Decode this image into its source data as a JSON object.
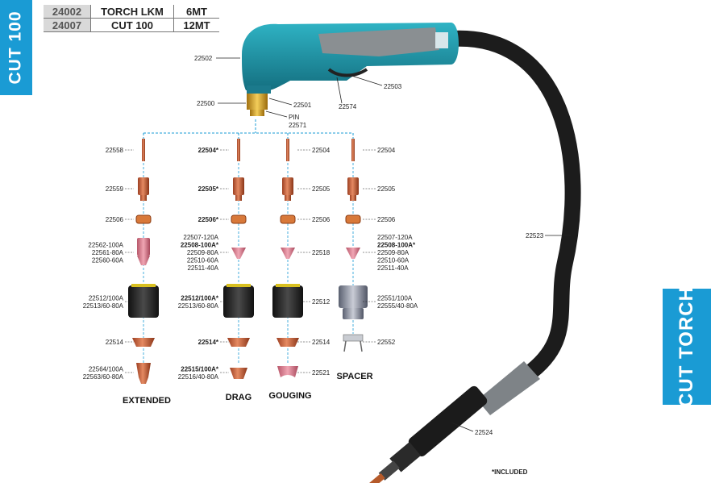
{
  "side_tabs": {
    "left": "CUT 100",
    "right": "CUT TORCH"
  },
  "models": [
    {
      "code": "24002",
      "name": "TORCH LKM",
      "length": "6MT"
    },
    {
      "code": "24007",
      "name": "CUT 100",
      "length": "12MT"
    }
  ],
  "torch_labels": {
    "head": "22502",
    "trigger": "22503",
    "lever": "22574",
    "nozzle_holder": "22500",
    "ring": "22501",
    "pin_title": "PIN",
    "pin_code": "22571",
    "cable": "22523",
    "connector": "22524"
  },
  "columns": [
    {
      "caption": "EXTENDED",
      "parts": [
        {
          "lines": [
            "22558"
          ]
        },
        {
          "lines": [
            "22559"
          ]
        },
        {
          "lines": [
            "22506"
          ]
        },
        {
          "lines": [
            "22562-100A",
            "22561-80A",
            "22560-60A"
          ]
        },
        {
          "lines": [
            "22512/100A",
            "22513/60-80A"
          ]
        },
        {
          "lines": [
            "22514"
          ]
        },
        {
          "lines": [
            "22564/100A",
            "22563/60-80A"
          ]
        }
      ]
    },
    {
      "caption": "DRAG",
      "parts": [
        {
          "lines": [
            "22504*"
          ],
          "bold": [
            0
          ]
        },
        {
          "lines": [
            "22505*"
          ],
          "bold": [
            0
          ]
        },
        {
          "lines": [
            "22506*"
          ],
          "bold": [
            0
          ]
        },
        {
          "lines": [
            "22507-120A",
            "22508-100A*",
            "22509-80A",
            "22510-60A",
            "22511-40A"
          ],
          "bold": [
            1
          ]
        },
        {
          "lines": [
            "22512/100A*",
            "22513/60-80A"
          ],
          "bold": [
            0
          ]
        },
        {
          "lines": [
            "22514*"
          ],
          "bold": [
            0
          ]
        },
        {
          "lines": [
            "22515/100A*",
            "22516/40-80A"
          ],
          "bold": [
            0
          ]
        }
      ]
    },
    {
      "caption": "GOUGING",
      "parts": [
        {
          "lines": [
            "22504"
          ]
        },
        {
          "lines": [
            "22505"
          ]
        },
        {
          "lines": [
            "22506"
          ]
        },
        {
          "lines": [
            "22518"
          ]
        },
        {
          "lines": [
            "22512"
          ]
        },
        {
          "lines": [
            "22514"
          ]
        },
        {
          "lines": [
            "22521"
          ]
        }
      ]
    },
    {
      "caption": "SPACER",
      "parts": [
        {
          "lines": [
            "22504"
          ]
        },
        {
          "lines": [
            "22505"
          ]
        },
        {
          "lines": [
            "22506"
          ]
        },
        {
          "lines": [
            "22507-120A",
            "22508-100A*",
            "22509-80A",
            "22510-60A",
            "22511-40A"
          ],
          "bold": [
            1
          ]
        },
        {
          "lines": [
            "22551/100A",
            "22555/40-80A"
          ]
        },
        {
          "lines": [
            "22552"
          ]
        }
      ]
    }
  ],
  "footnote": "*INCLUDED",
  "colors": {
    "accent": "#1a9bd4",
    "torch_teal": "#1d8fa0",
    "torch_grey": "#8a8f92",
    "copper": "#c8643c",
    "brass": "#d9a521"
  }
}
